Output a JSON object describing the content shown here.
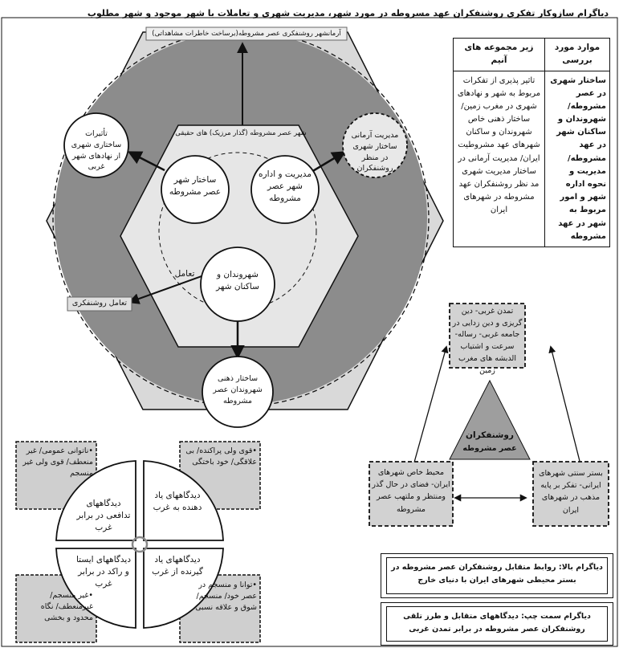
{
  "title": "دیاگرام سازوکار تفکری روشنفکران عهد مسروطه در مورد شهر، مدیریت شهری و تعاملات با شهر موجود و شهر مطلوب",
  "hexagon": {
    "top_label": "آرمانشهر روشنفکری عصر مشروطه(برساخت خاطرات مشاهداتی)",
    "inner_label": "شهر عصر مشروطه (گذار مرزیک) های حقیقی",
    "circle_left_outer": "تأثیرات ساختاری شهری از نهادهای شهر غربی",
    "circle_right_outer": "مدیریت آرمانی ساختار شهری در منظر روشنفکران",
    "circle_left_inner": "ساختار شهر عصر مشروطه",
    "circle_right_inner": "مدیریت و اداره شهر عصر مشروطه",
    "circle_center": "شهروندان و ساکنان شهر",
    "circle_bottom": "ساختار ذهنی شهروندان عصر مشروطه",
    "interaction_label": "تعامل",
    "interaction_box": "تعامل روشنفکری"
  },
  "table": {
    "headers": [
      "موارد مورد بررسی",
      "زیر مجموعه های آنیم"
    ],
    "col1": "ساختار شهری در عصر مشروطه/ شهروندان و ساکنان شهر در عهد مشروطه/ مدیریت و نحوه اداره شهر و امور مربوط به شهر در عهد مشروطه",
    "col2": "تاثیر پذیری از تفکرات مربوط به شهر و نهادهای شهری در مغرب زمین/ ساختار ذهنی خاص شهروندان و ساکنان شهرهای عهد مشروطیت ایران/ مدیریت آرمانی در ساختار مدیریت شهری مد نظر روشنفکران عهد مشروطه در شهرهای ایران"
  },
  "triangle": {
    "top_box": "تمدن غربی- دین گریزی و دین زدایی در جامعه غربی- رساله- سرعت و اشتیاب الدبشه های مغرب زمین",
    "center": [
      "روشنفکران",
      "عصر مشروطه"
    ],
    "left_box": "محیط خاص شهرهای ایران- فضای در حال گذر ومنتظر و ملتهب عصر مشروطه",
    "right_box": "بستر سنتی شهرهای ایرانی- تفکر بر پایه مذهب در شهرهای ایران"
  },
  "quadrants": {
    "top_left": "دیدگاههای تدافعی در برابر غرب",
    "top_right": "دیدگاههای یاد دهنده به غرب",
    "bottom_left": "دیدگاههای ایستا و راکد در برابر غرب",
    "bottom_right": "دیدگاههای یاد گیرنده از غرب",
    "note_top_left": "•ناتوانی عمومی/ غیر منعطف/ قوی ولی غیر منسجم",
    "note_top_right": "•قوی ولی پراکنده/ بی علاقگی/ خود باختگی",
    "note_bottom_left": "•غیر منسجم/ غیرمنعطف/ نگاه محدود و بخشی",
    "note_bottom_right": "•توانا و منسجم در عصر خود/ منسجم/ شوق و علاقه نسبی"
  },
  "captions": {
    "top": "دیاگرام بالا: روابط متقابل روشنفکران عصر مشروطه در بستر محیطی شهرهای ایران با دنیای خارج",
    "bottom": "دیاگرام سمت چپ: دیدگاههای متقابل و طرز تلقی روشنفکران عصر مشروطه در برابر تمدن غربی"
  },
  "colors": {
    "hex_outer": "#d9d9d9",
    "ring": "#8c8c8c",
    "hex_inner": "#e6e6e6",
    "box_grey": "#cfcfcf",
    "triangle": "#9e9e9e"
  }
}
